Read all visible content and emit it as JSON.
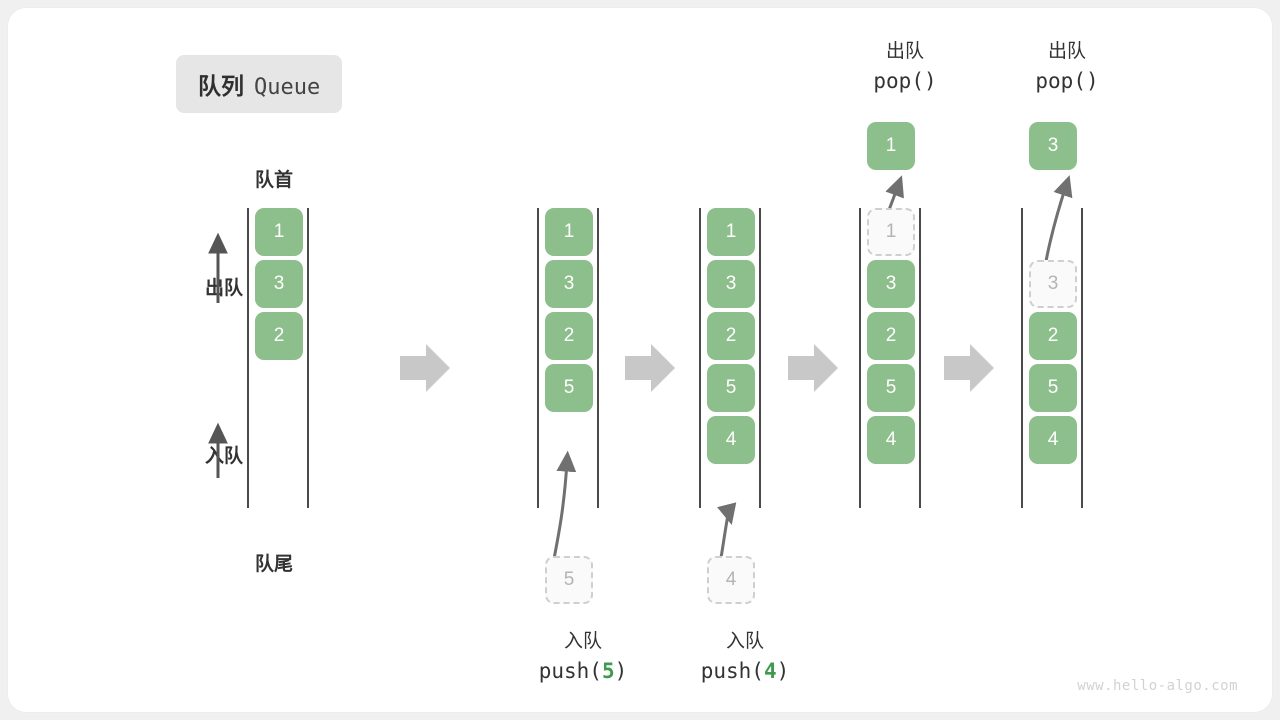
{
  "title": {
    "cn": "队列",
    "en": "Queue"
  },
  "labels": {
    "head": "队首",
    "tail": "队尾",
    "dequeue": "出队",
    "enqueue": "入队"
  },
  "watermark": "www.hello-algo.com",
  "colors": {
    "cell_green": "#8cbf8c",
    "ghost_border": "#cfcfcf",
    "arrow_gray": "#c8c8c8",
    "line_dark": "#4a4a4a",
    "accent_number": "#3f9a4f"
  },
  "stages": [
    {
      "id": "initial",
      "cells": [
        "1",
        "3",
        "2"
      ],
      "ghost_index": null,
      "caption_top": null,
      "caption_bottom": null,
      "float_ghost": null,
      "popped": null
    },
    {
      "id": "after-push-5",
      "cells": [
        "1",
        "3",
        "2",
        "5"
      ],
      "ghost_index": null,
      "caption_top": null,
      "caption_bottom": {
        "cn": "入队",
        "fn": "push(",
        "num": "5",
        "fn_end": ")"
      },
      "float_ghost": "5",
      "popped": null
    },
    {
      "id": "after-push-4",
      "cells": [
        "1",
        "3",
        "2",
        "5",
        "4"
      ],
      "ghost_index": null,
      "caption_top": null,
      "caption_bottom": {
        "cn": "入队",
        "fn": "push(",
        "num": "4",
        "fn_end": ")"
      },
      "float_ghost": "4",
      "popped": null
    },
    {
      "id": "after-pop-1",
      "cells": [
        "1",
        "3",
        "2",
        "5",
        "4"
      ],
      "ghost_index": 0,
      "caption_top": {
        "cn": "出队",
        "fn": "pop()"
      },
      "caption_bottom": null,
      "float_ghost": null,
      "popped": "1"
    },
    {
      "id": "after-pop-3",
      "cells": [
        "",
        "3",
        "2",
        "5",
        "4"
      ],
      "ghost_index": 1,
      "caption_top": {
        "cn": "出队",
        "fn": "pop()"
      },
      "caption_bottom": null,
      "float_ghost": null,
      "popped": "3"
    }
  ]
}
